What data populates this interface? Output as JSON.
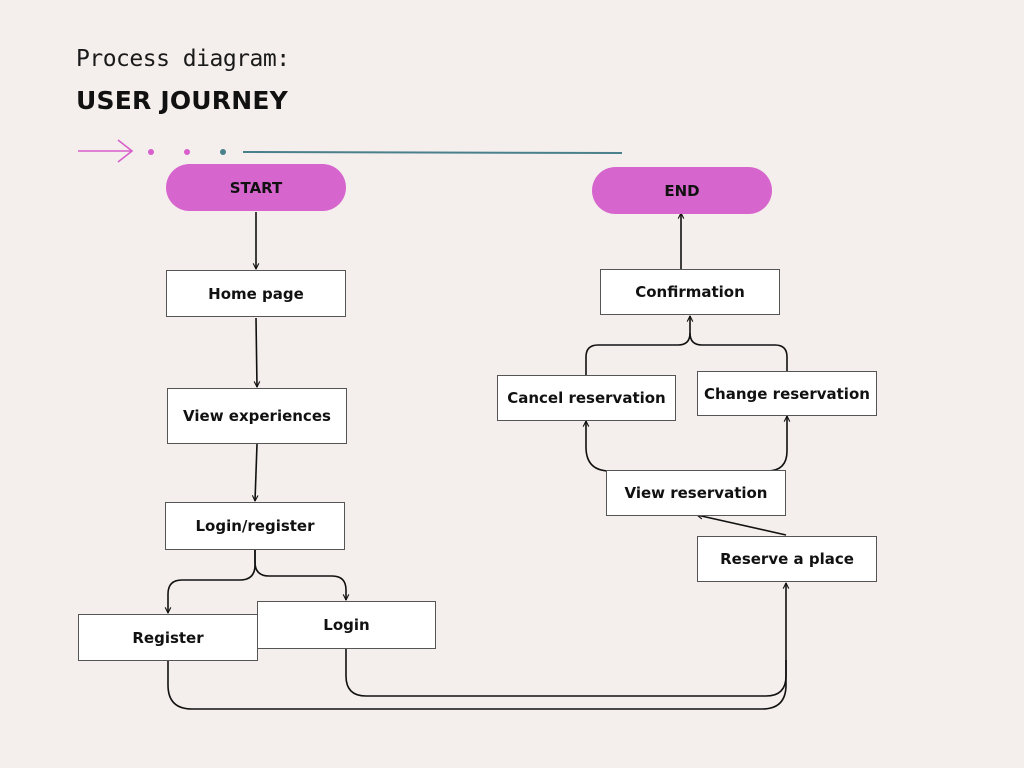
{
  "header": {
    "subtitle": "Process diagram:",
    "title": "USER JOURNEY"
  },
  "colors": {
    "background": "#f4efec",
    "pill": "#d666cd",
    "accent_pink": "#d85fcb",
    "accent_teal": "#4a7f8c",
    "line": "#111111"
  },
  "nodes": {
    "start": "START",
    "home": "Home page",
    "experiences": "View experiences",
    "login_register": "Login/register",
    "register": "Register",
    "login": "Login",
    "reserve": "Reserve a place",
    "view_reservation": "View reservation",
    "cancel": "Cancel reservation",
    "change": "Change reservation",
    "confirmation": "Confirmation",
    "end": "END"
  }
}
